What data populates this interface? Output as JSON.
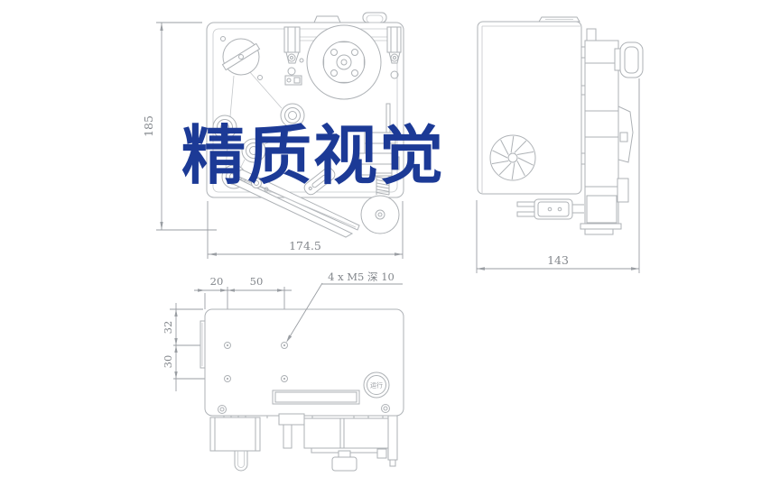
{
  "watermark": {
    "text": "精质视觉",
    "color": "#1c3a96"
  },
  "front_view": {
    "dim_height": "185",
    "dim_width": "174.5"
  },
  "side_view": {
    "dim_depth": "143"
  },
  "bottom_view": {
    "dim_edge_offset": "20",
    "dim_hole_pitch_x": "50",
    "dim_top_offset": "32",
    "dim_hole_pitch_y": "30",
    "thread_note": "4 x M5 深 10",
    "run_button_label": "运行"
  },
  "colors": {
    "line": "#aeb2b6",
    "dim_text": "#83878c"
  }
}
